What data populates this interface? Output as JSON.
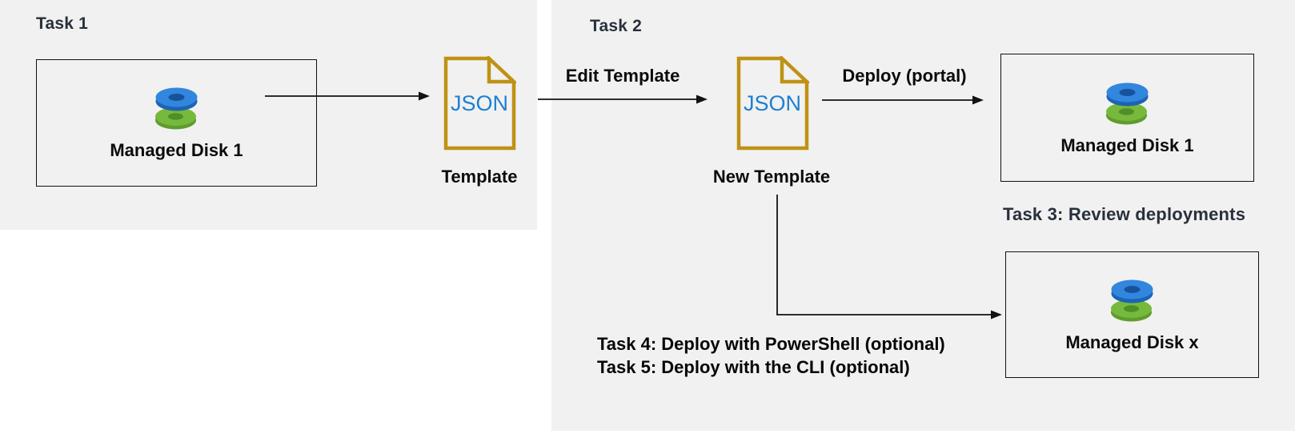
{
  "colors": {
    "panel_bg": "#f1f1f1",
    "heading_color": "#28303c",
    "json_gold": "#bf9115",
    "json_blue": "#1e7fd2",
    "disk_blue_top": "#3286dd",
    "disk_blue_side": "#1c64b4",
    "disk_blue_hole": "#16539b",
    "disk_green_top": "#77b93c",
    "disk_green_side": "#5e9c2d",
    "disk_green_hole": "#4f8f27"
  },
  "task1": {
    "heading": "Task 1",
    "disk_box_label": "Managed Disk 1",
    "json_text": "JSON",
    "template_label": "Template"
  },
  "task2": {
    "heading": "Task 2",
    "edit_arrow_label": "Edit Template",
    "json_text": "JSON",
    "new_template_label": "New Template",
    "deploy_arrow_label": "Deploy (portal)",
    "deployed_disk_label": "Managed Disk 1"
  },
  "task3": {
    "heading": "Task 3: Review deployments",
    "disk_box_label": "Managed Disk x"
  },
  "task4_line": "Task 4: Deploy with PowerShell (optional)",
  "task5_line": "Task 5: Deploy with the CLI (optional)"
}
